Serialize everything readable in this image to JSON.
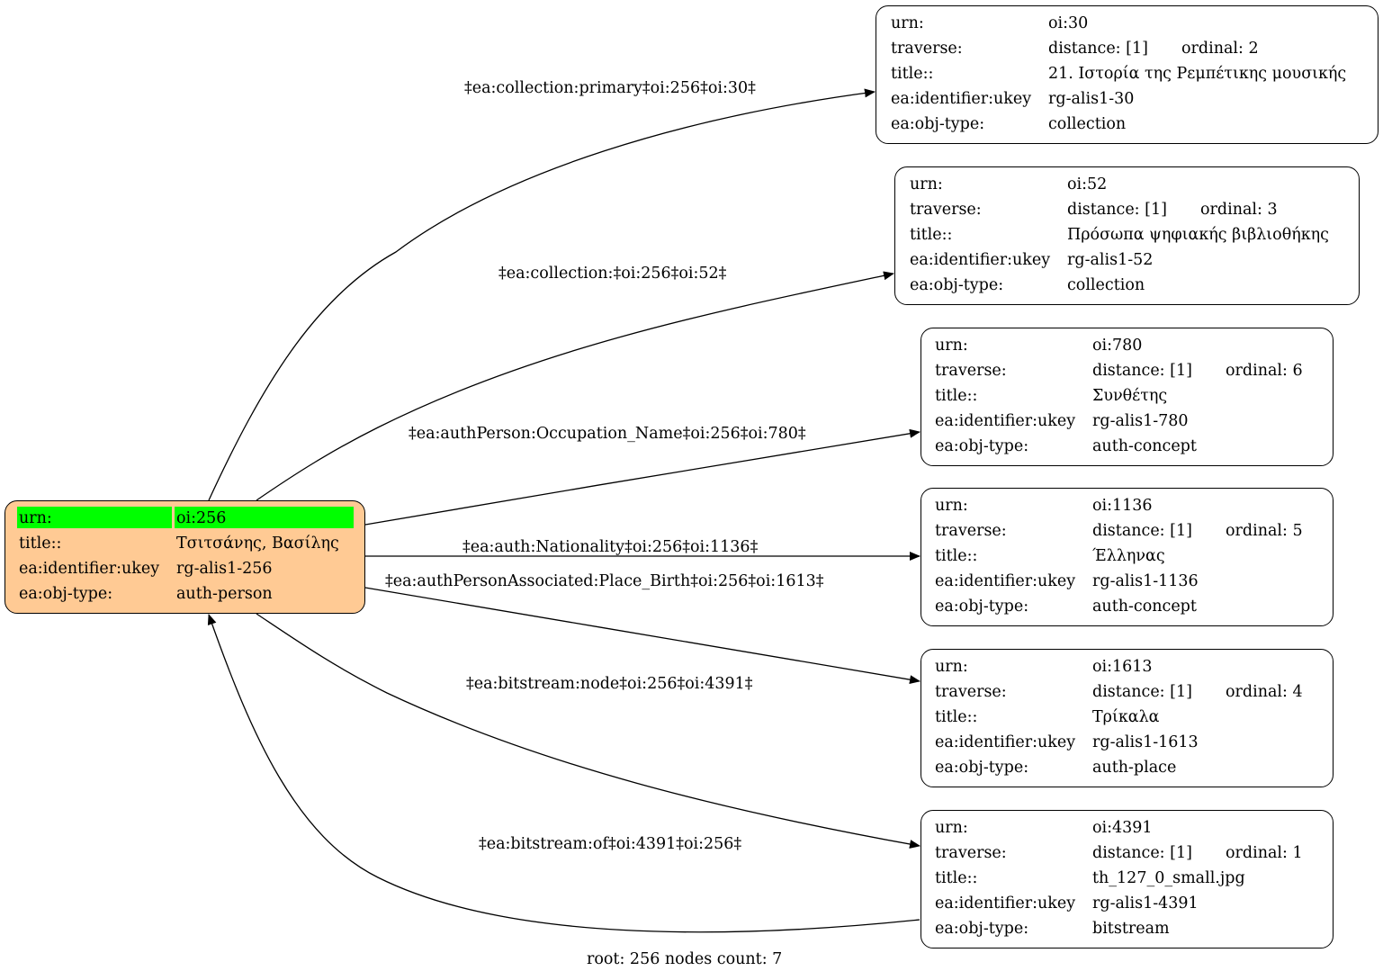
{
  "root_node": {
    "rows": [
      {
        "key": "urn:",
        "value": "oi:256"
      },
      {
        "key": "title::",
        "value": "Τσιτσάνης, Βασίλης"
      },
      {
        "key": "ea:identifier:ukey",
        "value": "rg-alis1-256"
      },
      {
        "key": "ea:obj-type:",
        "value": "auth-person"
      }
    ],
    "fill": "#ffca94",
    "highlight": "#00ff00"
  },
  "nodes": [
    {
      "urn": "oi:30",
      "distance": "distance: [1]",
      "ordinal": "ordinal: 2",
      "title": "21. Ιστορία της Ρεμπέτικης μουσικής",
      "ukey": "rg-alis1-30",
      "obj_type": "collection"
    },
    {
      "urn": "oi:52",
      "distance": "distance: [1]",
      "ordinal": "ordinal: 3",
      "title": "Πρόσωπα ψηφιακής βιβλιοθήκης",
      "ukey": "rg-alis1-52",
      "obj_type": "collection"
    },
    {
      "urn": "oi:780",
      "distance": "distance: [1]",
      "ordinal": "ordinal: 6",
      "title": "Συνθέτης",
      "ukey": "rg-alis1-780",
      "obj_type": "auth-concept"
    },
    {
      "urn": "oi:1136",
      "distance": "distance: [1]",
      "ordinal": "ordinal: 5",
      "title": "Έλληνας",
      "ukey": "rg-alis1-1136",
      "obj_type": "auth-concept"
    },
    {
      "urn": "oi:1613",
      "distance": "distance: [1]",
      "ordinal": "ordinal: 4",
      "title": "Τρίκαλα",
      "ukey": "rg-alis1-1613",
      "obj_type": "auth-place"
    },
    {
      "urn": "oi:4391",
      "distance": "distance: [1]",
      "ordinal": "ordinal: 1",
      "title": "th_127_0_small.jpg",
      "ukey": "rg-alis1-4391",
      "obj_type": "bitstream"
    }
  ],
  "node_keys": {
    "urn": "urn:",
    "traverse": "traverse:",
    "title": "title::",
    "ukey": "ea:identifier:ukey",
    "obj_type": "ea:obj-type:"
  },
  "edge_labels": [
    "‡ea:collection:primary‡oi:256‡oi:30‡",
    "‡ea:collection:‡oi:256‡oi:52‡",
    "‡ea:authPerson:Occupation_Name‡oi:256‡oi:780‡",
    "‡ea:auth:Nationality‡oi:256‡oi:1136‡",
    "‡ea:authPersonAssociated:Place_Birth‡oi:256‡oi:1613‡",
    "‡ea:bitstream:node‡oi:256‡oi:4391‡",
    "‡ea:bitstream:of‡oi:4391‡oi:256‡"
  ],
  "footer": "root: 256 nodes count: 7"
}
